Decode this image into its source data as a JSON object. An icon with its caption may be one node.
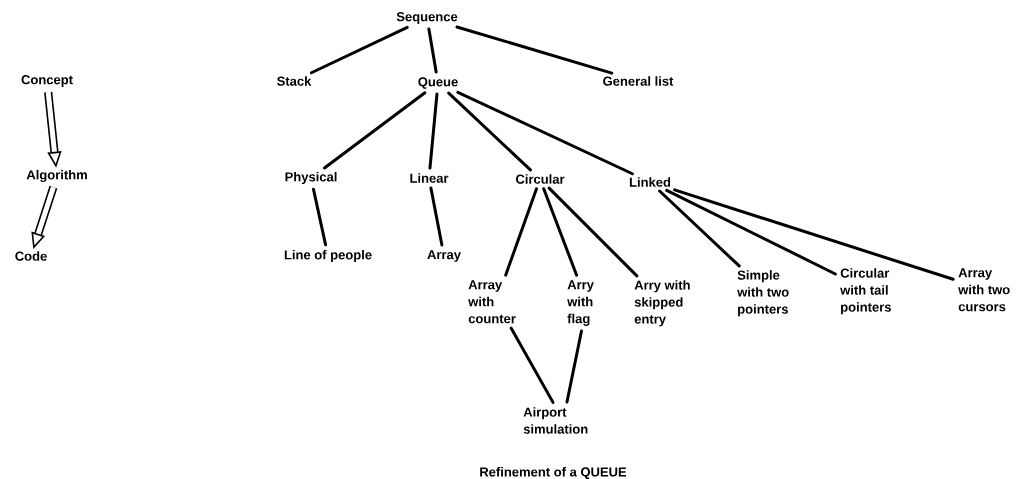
{
  "diagram": {
    "caption": "Refinement of a QUEUE",
    "nodes": [
      {
        "text": [
          "Concept"
        ]
      },
      {
        "text": [
          "Algorithm"
        ]
      },
      {
        "text": [
          "Code"
        ]
      },
      {
        "text": [
          "Sequence"
        ]
      },
      {
        "text": [
          "Stack"
        ]
      },
      {
        "text": [
          "Queue"
        ]
      },
      {
        "text": [
          "General list"
        ]
      },
      {
        "text": [
          "Physical"
        ]
      },
      {
        "text": [
          "Linear"
        ]
      },
      {
        "text": [
          "Circular"
        ]
      },
      {
        "text": [
          "Linked"
        ]
      },
      {
        "text": [
          "Line of people"
        ]
      },
      {
        "text": [
          "Array"
        ]
      },
      {
        "text": [
          "Array with counter"
        ]
      },
      {
        "text": [
          "Arry with flag"
        ]
      },
      {
        "text": [
          "Arry with skipped entry"
        ]
      },
      {
        "text": [
          "Simple with two pointers"
        ]
      },
      {
        "text": [
          "Circular with tail pointers"
        ]
      },
      {
        "text": [
          "Array with two cursors"
        ]
      },
      {
        "text": [
          "Airport simulation"
        ]
      }
    ],
    "edges": [
      {
        "from": 0,
        "to": 1,
        "arrow": "to",
        "style": "thick"
      },
      {
        "from": 1,
        "to": 2,
        "arrow": "to",
        "style": "thick"
      },
      {
        "from": 3,
        "to": 4,
        "arrow": "none"
      },
      {
        "from": 3,
        "to": 5,
        "arrow": "none"
      },
      {
        "from": 3,
        "to": 6,
        "arrow": "none"
      },
      {
        "from": 5,
        "to": 7,
        "arrow": "none"
      },
      {
        "from": 5,
        "to": 8,
        "arrow": "none"
      },
      {
        "from": 5,
        "to": 9,
        "arrow": "none"
      },
      {
        "from": 5,
        "to": 10,
        "arrow": "none"
      },
      {
        "from": 7,
        "to": 11,
        "arrow": "none"
      },
      {
        "from": 8,
        "to": 12,
        "arrow": "none"
      },
      {
        "from": 9,
        "to": 13,
        "arrow": "none"
      },
      {
        "from": 9,
        "to": 14,
        "arrow": "none"
      },
      {
        "from": 9,
        "to": 15,
        "arrow": "none"
      },
      {
        "from": 10,
        "to": 16,
        "arrow": "none"
      },
      {
        "from": 10,
        "to": 17,
        "arrow": "none"
      },
      {
        "from": 10,
        "to": 18,
        "arrow": "none"
      },
      {
        "from": 13,
        "to": 19,
        "arrow": "none"
      },
      {
        "from": 14,
        "to": 19,
        "arrow": "none"
      }
    ]
  }
}
